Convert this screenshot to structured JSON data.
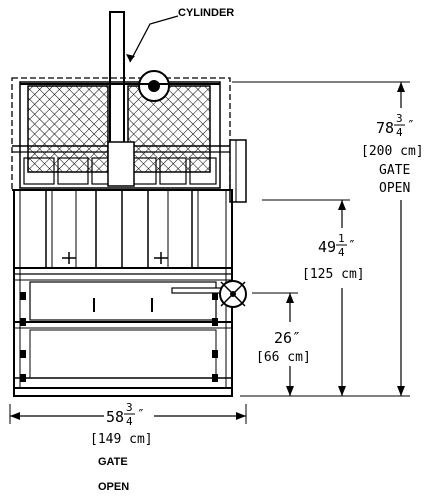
{
  "callout": {
    "label": "CYLINDER"
  },
  "dimensions": {
    "overall_height": {
      "whole": "78",
      "num": "3",
      "den": "4",
      "prime": "″",
      "metric": "[200 cm]",
      "note_line1": "GATE",
      "note_line2": "OPEN"
    },
    "gate_height": {
      "whole": "49",
      "num": "1",
      "den": "4",
      "prime": "″",
      "metric": "[125 cm]"
    },
    "door_height": {
      "value": "26″",
      "metric": "[66 cm]"
    },
    "overall_width": {
      "whole": "58",
      "num": "3",
      "den": "4",
      "prime": "″",
      "metric": "[149 cm]",
      "note_line1": "GATE",
      "note_line2": "OPEN"
    }
  }
}
